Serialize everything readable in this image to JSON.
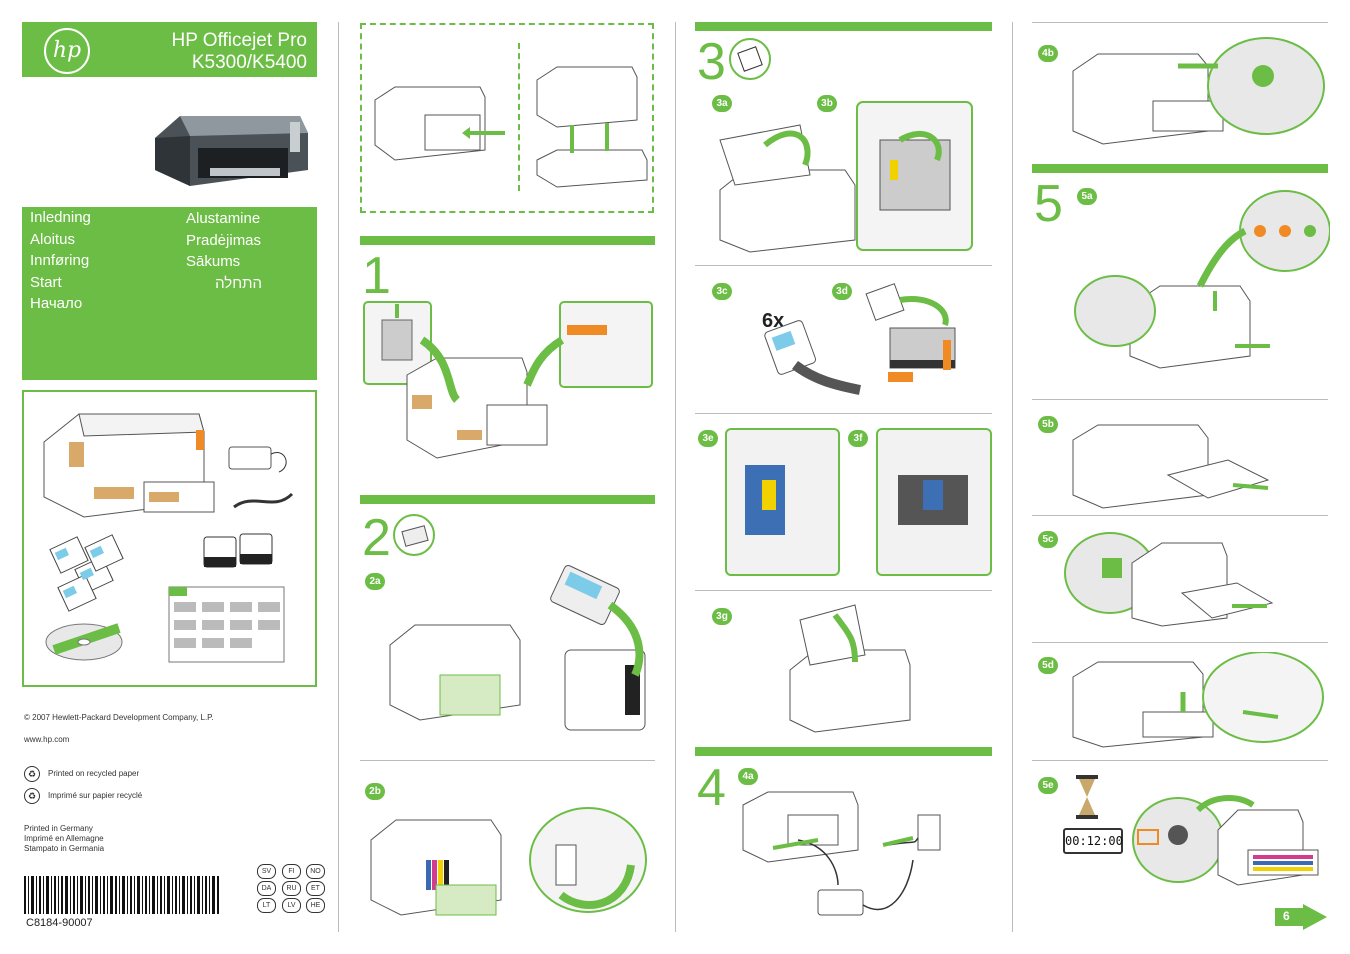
{
  "header": {
    "logo_text": "hp",
    "product_line1": "HP Officejet Pro",
    "product_line2": "K5300/K5400"
  },
  "languages_left": [
    "Inledning",
    "Aloitus",
    "Innføring",
    "Start",
    "Начало"
  ],
  "languages_right": [
    "Alustamine",
    "Pradėjimas",
    "Sākums",
    "התחלה"
  ],
  "footer": {
    "copyright": "© 2007 Hewlett-Packard Development Company, L.P.",
    "website": "www.hp.com",
    "recycled_1": "Printed on recycled paper",
    "recycled_2": "Imprimé sur papier recyclé",
    "printed_in_1": "Printed in Germany",
    "printed_in_2": "Imprimé en Allemagne",
    "printed_in_3": "Stampato in Germania",
    "part_number": "C8184-90007",
    "lang_codes": [
      "SV",
      "FI",
      "NO",
      "DA",
      "RU",
      "ET",
      "LT",
      "LV",
      "HE"
    ]
  },
  "steps": {
    "s1": "1",
    "s2": "2",
    "s3": "3",
    "s4": "4",
    "s5": "5"
  },
  "badges": {
    "b2a": "2a",
    "b2b": "2b",
    "b3a": "3a",
    "b3b": "3b",
    "b3c": "3c",
    "b3d": "3d",
    "b3e": "3e",
    "b3f": "3f",
    "b3g": "3g",
    "b4a": "4a",
    "b4b": "4b",
    "b5a": "5a",
    "b5b": "5b",
    "b5c": "5c",
    "b5d": "5d",
    "b5e": "5e"
  },
  "shake_count": "6x",
  "timer": "00:12:00",
  "page_number": "6",
  "colors": {
    "accent": "#6cbd45"
  }
}
